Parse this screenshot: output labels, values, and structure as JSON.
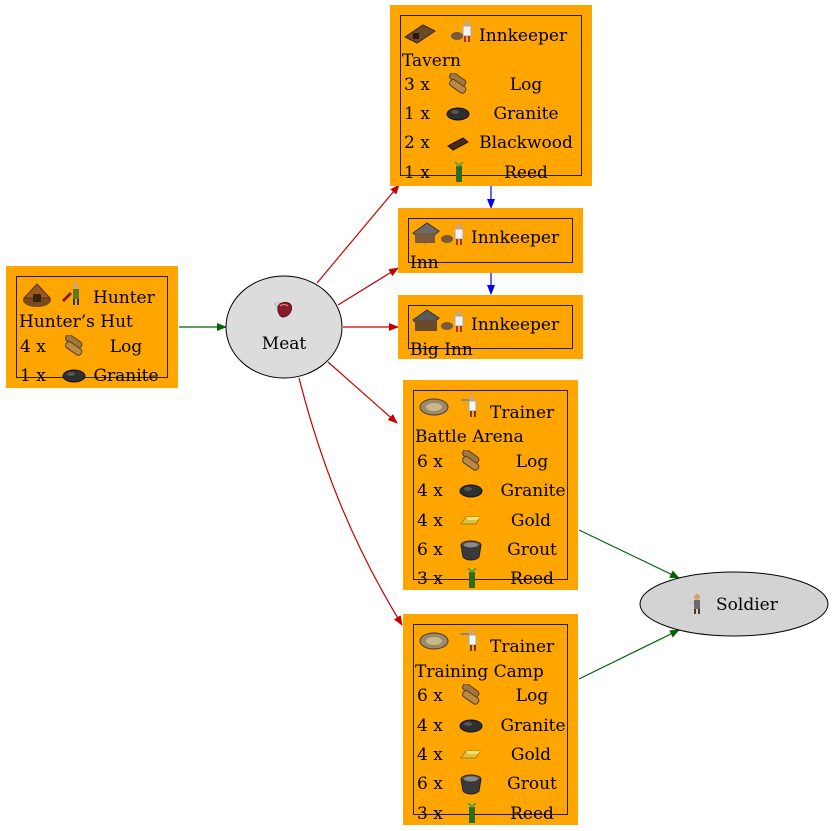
{
  "colors": {
    "node_fill": "#ffa500",
    "ellipse_fill": "#dcdcdc",
    "edge_input": "#006400",
    "edge_output": "#c80000",
    "edge_upgrade": "#0000ff"
  },
  "hunters_hut": {
    "worker": "Hunter",
    "name": "Hunter’s Hut",
    "costs": [
      {
        "qty": "4 x",
        "icon": "log-icon",
        "ware": "Log"
      },
      {
        "qty": "1 x",
        "icon": "granite-icon",
        "ware": "Granite"
      }
    ]
  },
  "meat": {
    "label": "Meat",
    "icon": "meat-icon"
  },
  "tavern": {
    "worker": "Innkeeper",
    "name": "Tavern",
    "costs": [
      {
        "qty": "3 x",
        "icon": "log-icon",
        "ware": "Log"
      },
      {
        "qty": "1 x",
        "icon": "granite-icon",
        "ware": "Granite"
      },
      {
        "qty": "2 x",
        "icon": "blackwood-icon",
        "ware": "Blackwood"
      },
      {
        "qty": "1 x",
        "icon": "reed-icon",
        "ware": "Reed"
      }
    ]
  },
  "inn": {
    "worker": "Innkeeper",
    "name": "Inn"
  },
  "big_inn": {
    "worker": "Innkeeper",
    "name": "Big Inn"
  },
  "battle_arena": {
    "worker": "Trainer",
    "name": "Battle Arena",
    "costs": [
      {
        "qty": "6 x",
        "icon": "log-icon",
        "ware": "Log"
      },
      {
        "qty": "4 x",
        "icon": "granite-icon",
        "ware": "Granite"
      },
      {
        "qty": "4 x",
        "icon": "gold-icon",
        "ware": "Gold"
      },
      {
        "qty": "6 x",
        "icon": "grout-icon",
        "ware": "Grout"
      },
      {
        "qty": "3 x",
        "icon": "reed-icon",
        "ware": "Reed"
      }
    ]
  },
  "training_camp": {
    "worker": "Trainer",
    "name": "Training Camp",
    "costs": [
      {
        "qty": "6 x",
        "icon": "log-icon",
        "ware": "Log"
      },
      {
        "qty": "4 x",
        "icon": "granite-icon",
        "ware": "Granite"
      },
      {
        "qty": "4 x",
        "icon": "gold-icon",
        "ware": "Gold"
      },
      {
        "qty": "6 x",
        "icon": "grout-icon",
        "ware": "Grout"
      },
      {
        "qty": "3 x",
        "icon": "reed-icon",
        "ware": "Reed"
      }
    ]
  },
  "soldier": {
    "label": "Soldier",
    "icon": "soldier-icon"
  }
}
